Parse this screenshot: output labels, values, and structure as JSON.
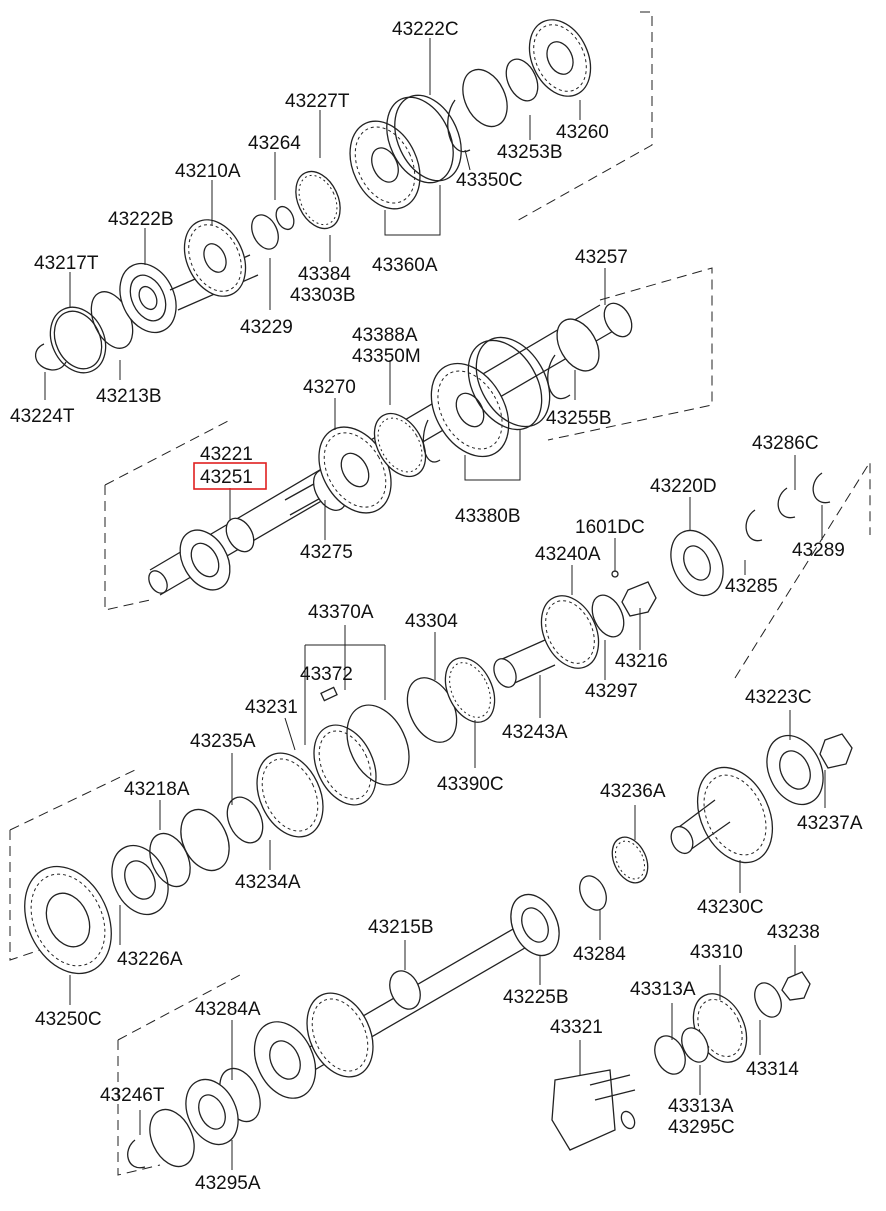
{
  "diagram": {
    "part_labels": [
      "43222C",
      "43227T",
      "43264",
      "43210A",
      "43222B",
      "43217T",
      "43213B",
      "43224T",
      "43229",
      "43384",
      "43303B",
      "43360A",
      "43350C",
      "43253B",
      "43260",
      "43257",
      "43388A",
      "43350M",
      "43270",
      "43221",
      "43251",
      "43275",
      "43380B",
      "43255B",
      "43286C",
      "43220D",
      "1601DC",
      "43240A",
      "43289",
      "43285",
      "43216",
      "43297",
      "43370A",
      "43304",
      "43372",
      "43231",
      "43235A",
      "43243A",
      "43390C",
      "43223C",
      "43218A",
      "43236A",
      "43237A",
      "43234A",
      "43230C",
      "43226A",
      "43250C",
      "43215B",
      "43284",
      "43238",
      "43310",
      "43225B",
      "43313A",
      "43284A",
      "43321",
      "43314",
      "43246T",
      "43313A",
      "43295C",
      "43295A"
    ],
    "highlighted_label": "43251"
  }
}
